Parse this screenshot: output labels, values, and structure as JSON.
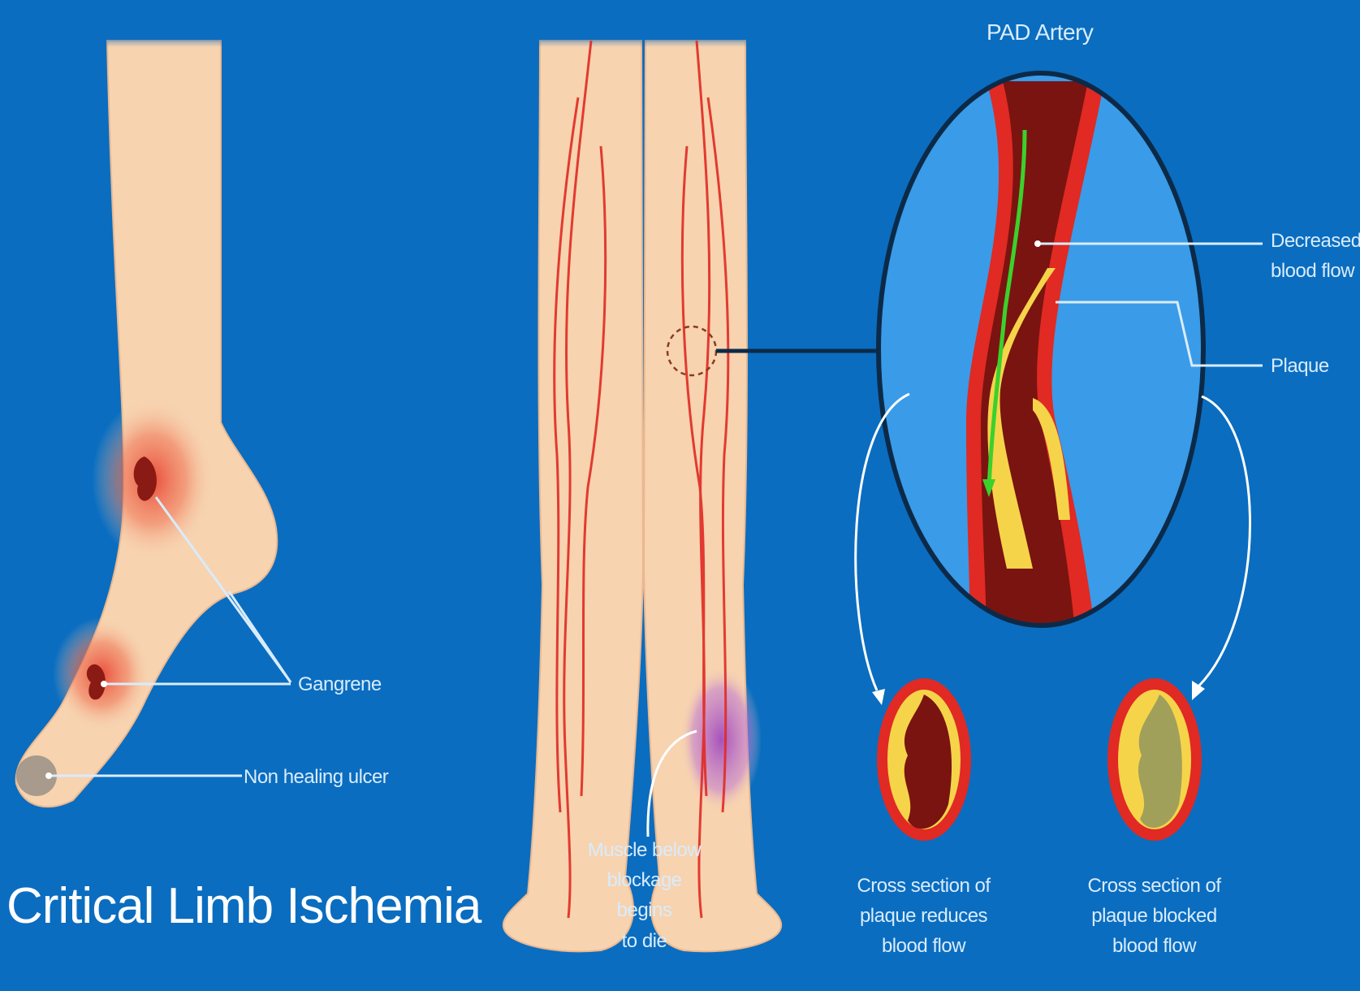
{
  "title": "Critical Limb Ischemia",
  "labels": {
    "pad_artery": "PAD Artery",
    "decreased_blood_flow_1": "Decreased",
    "decreased_blood_flow_2": "blood flow",
    "plaque": "Plaque",
    "gangrene": "Gangrene",
    "non_healing_ulcer": "Non healing ulcer",
    "muscle_1": "Muscle below",
    "muscle_2": "blockage begins",
    "muscle_3": "to die",
    "cross_reduces_1": "Cross section of",
    "cross_reduces_2": "plaque reduces",
    "cross_reduces_3": "blood flow",
    "cross_blocked_1": "Cross section of",
    "cross_blocked_2": "plaque blocked",
    "cross_blocked_3": "blood flow"
  },
  "colors": {
    "background": "#0a6dc0",
    "skin": "#f7d3b0",
    "artery": "#e02a23",
    "plaque": "#f6d44a",
    "blood": "#7a1410",
    "flow_arrow": "#3bd12c",
    "lens_bg": "#3a9be8",
    "bruise": "#b05bc0"
  }
}
